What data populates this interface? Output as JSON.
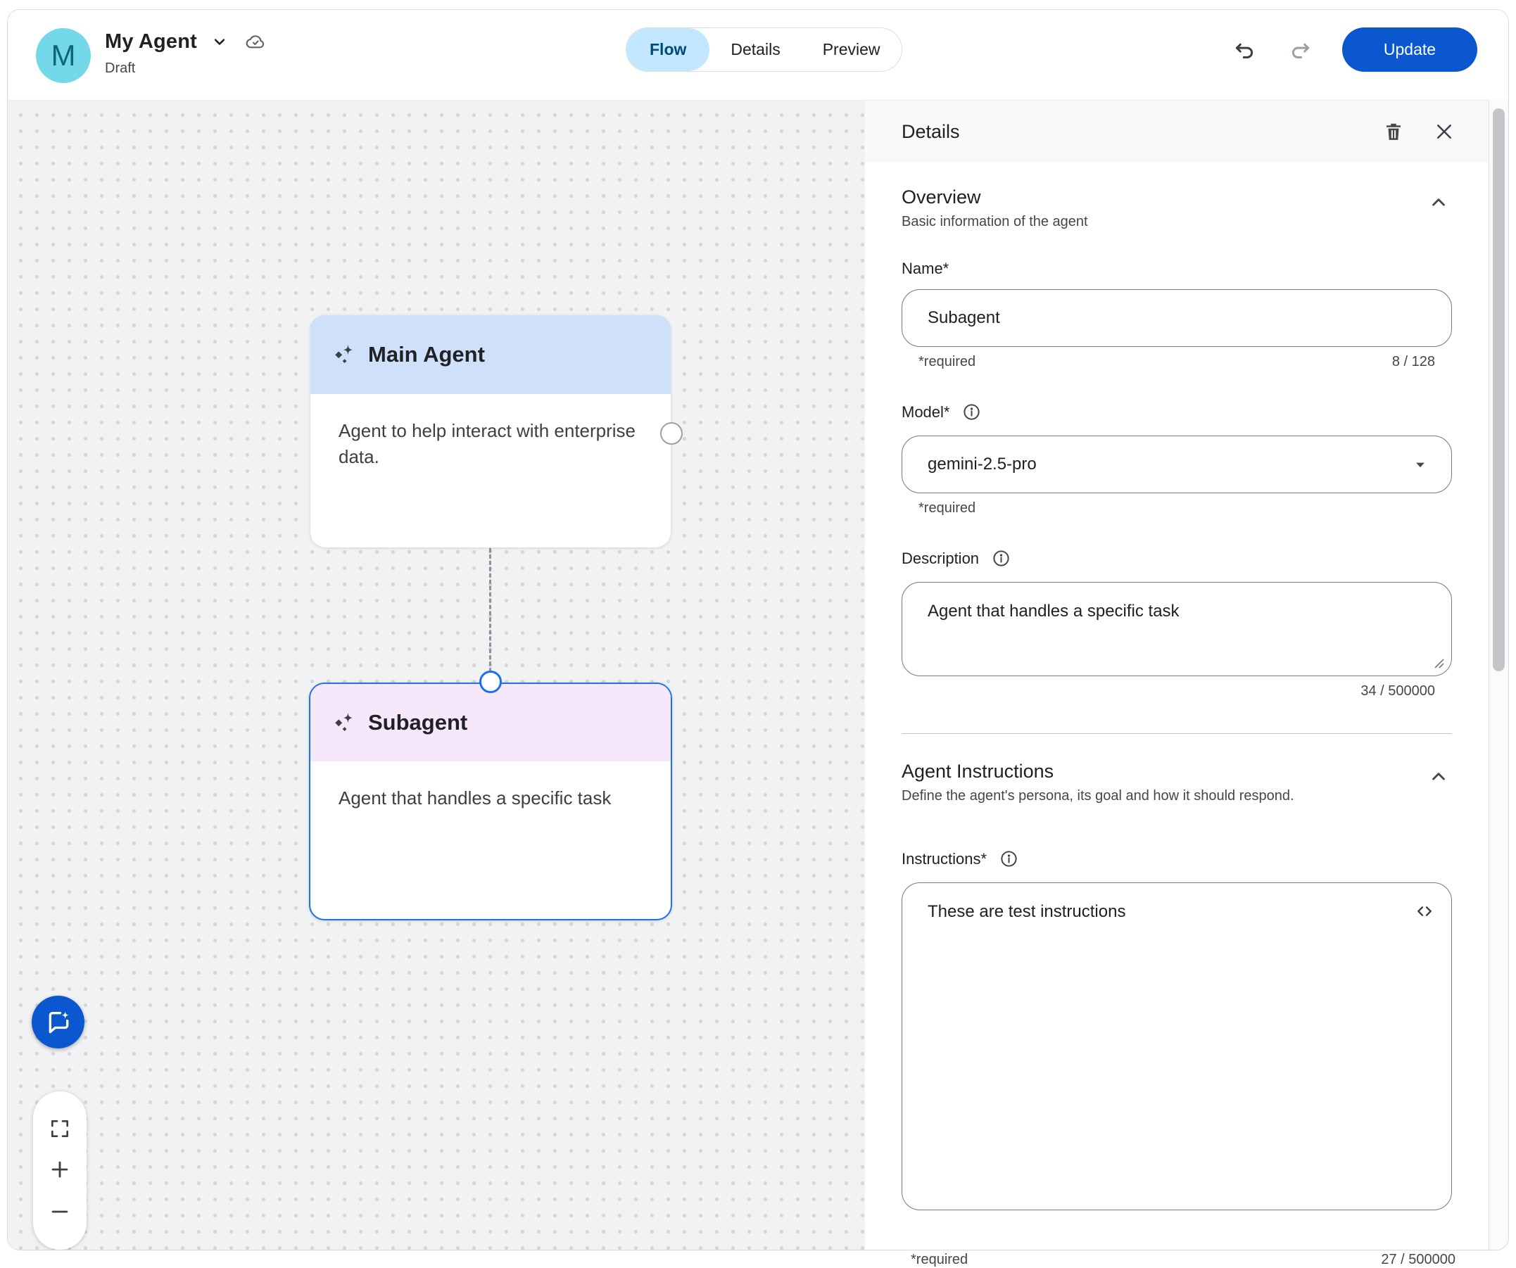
{
  "header": {
    "avatar_letter": "M",
    "title": "My Agent",
    "status": "Draft",
    "tabs": [
      {
        "label": "Flow",
        "active": true
      },
      {
        "label": "Details",
        "active": false
      },
      {
        "label": "Preview",
        "active": false
      }
    ],
    "update_label": "Update"
  },
  "canvas": {
    "nodes": [
      {
        "title": "Main Agent",
        "description": "Agent to help interact with enterprise data."
      },
      {
        "title": "Subagent",
        "description": "Agent that handles a specific task"
      }
    ]
  },
  "panel": {
    "title": "Details",
    "overview": {
      "heading": "Overview",
      "subheading": "Basic information of the agent",
      "name_label": "Name*",
      "name_value": "Subagent",
      "name_required": "*required",
      "name_counter": "8 / 128",
      "model_label": "Model*",
      "model_value": "gemini-2.5-pro",
      "model_required": "*required",
      "description_label": "Description",
      "description_value": "Agent that handles a specific task",
      "description_counter": "34 / 500000"
    },
    "instructions": {
      "heading": "Agent Instructions",
      "subheading": "Define the agent's persona, its goal and how it should respond.",
      "label": "Instructions*",
      "value": "These are test instructions",
      "required": "*required",
      "counter": "27 / 500000"
    }
  },
  "colors": {
    "accent_blue": "#0b57d0",
    "tab_selected_bg": "#c2e7ff",
    "tab_selected_text": "#004a77",
    "main_node_header": "#cfe0fb",
    "sub_node_header": "#f6e8fa",
    "selected_node_border": "#1a73e8",
    "avatar_bg": "#74d8eb"
  }
}
